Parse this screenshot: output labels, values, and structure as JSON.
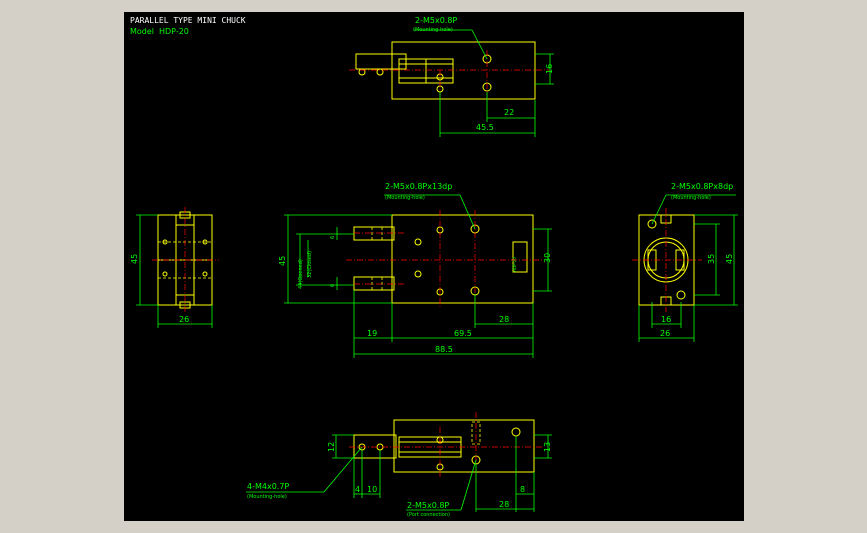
{
  "title": {
    "line1": "PARALLEL TYPE MINI CHUCK",
    "model_label": "Model",
    "model_value": "HDP-20"
  },
  "top_view": {
    "callout": "2-M5x0.8P",
    "callout_note": "(Mounting-hole)",
    "dim_height": "16",
    "dim_22": "22",
    "dim_45_5": "45.5"
  },
  "middle_view": {
    "callout": "2-M5x0.8Px13dp",
    "callout_note": "(Mounting-hole)",
    "dim_45": "45",
    "dim_44_open": "44(Opened)",
    "dim_32_closed": "32(Closed)",
    "dim_6_top": "6",
    "dim_6_bot": "6",
    "dim_30": "30",
    "dim_19": "19",
    "dim_69_5": "69.5",
    "dim_28": "28",
    "dim_88_5": "88.5",
    "label_plate": "HDP-20"
  },
  "left_view": {
    "dim_45": "45",
    "dim_26": "26"
  },
  "right_view": {
    "callout": "2-M5x0.8Px8dp",
    "callout_note": "(Mounting-hole)",
    "dim_35": "35",
    "dim_45": "45",
    "dim_16": "16",
    "dim_26": "26"
  },
  "bottom_view": {
    "dim_12": "12",
    "dim_13": "13",
    "dim_4": "4",
    "dim_10": "10",
    "dim_8": "8",
    "dim_28": "28",
    "callout_left": "4-M4x0.7P",
    "callout_left_note": "(Mounting-hole)",
    "callout_port": "2-M5x0.8P",
    "callout_port_note": "(Port connection)"
  }
}
